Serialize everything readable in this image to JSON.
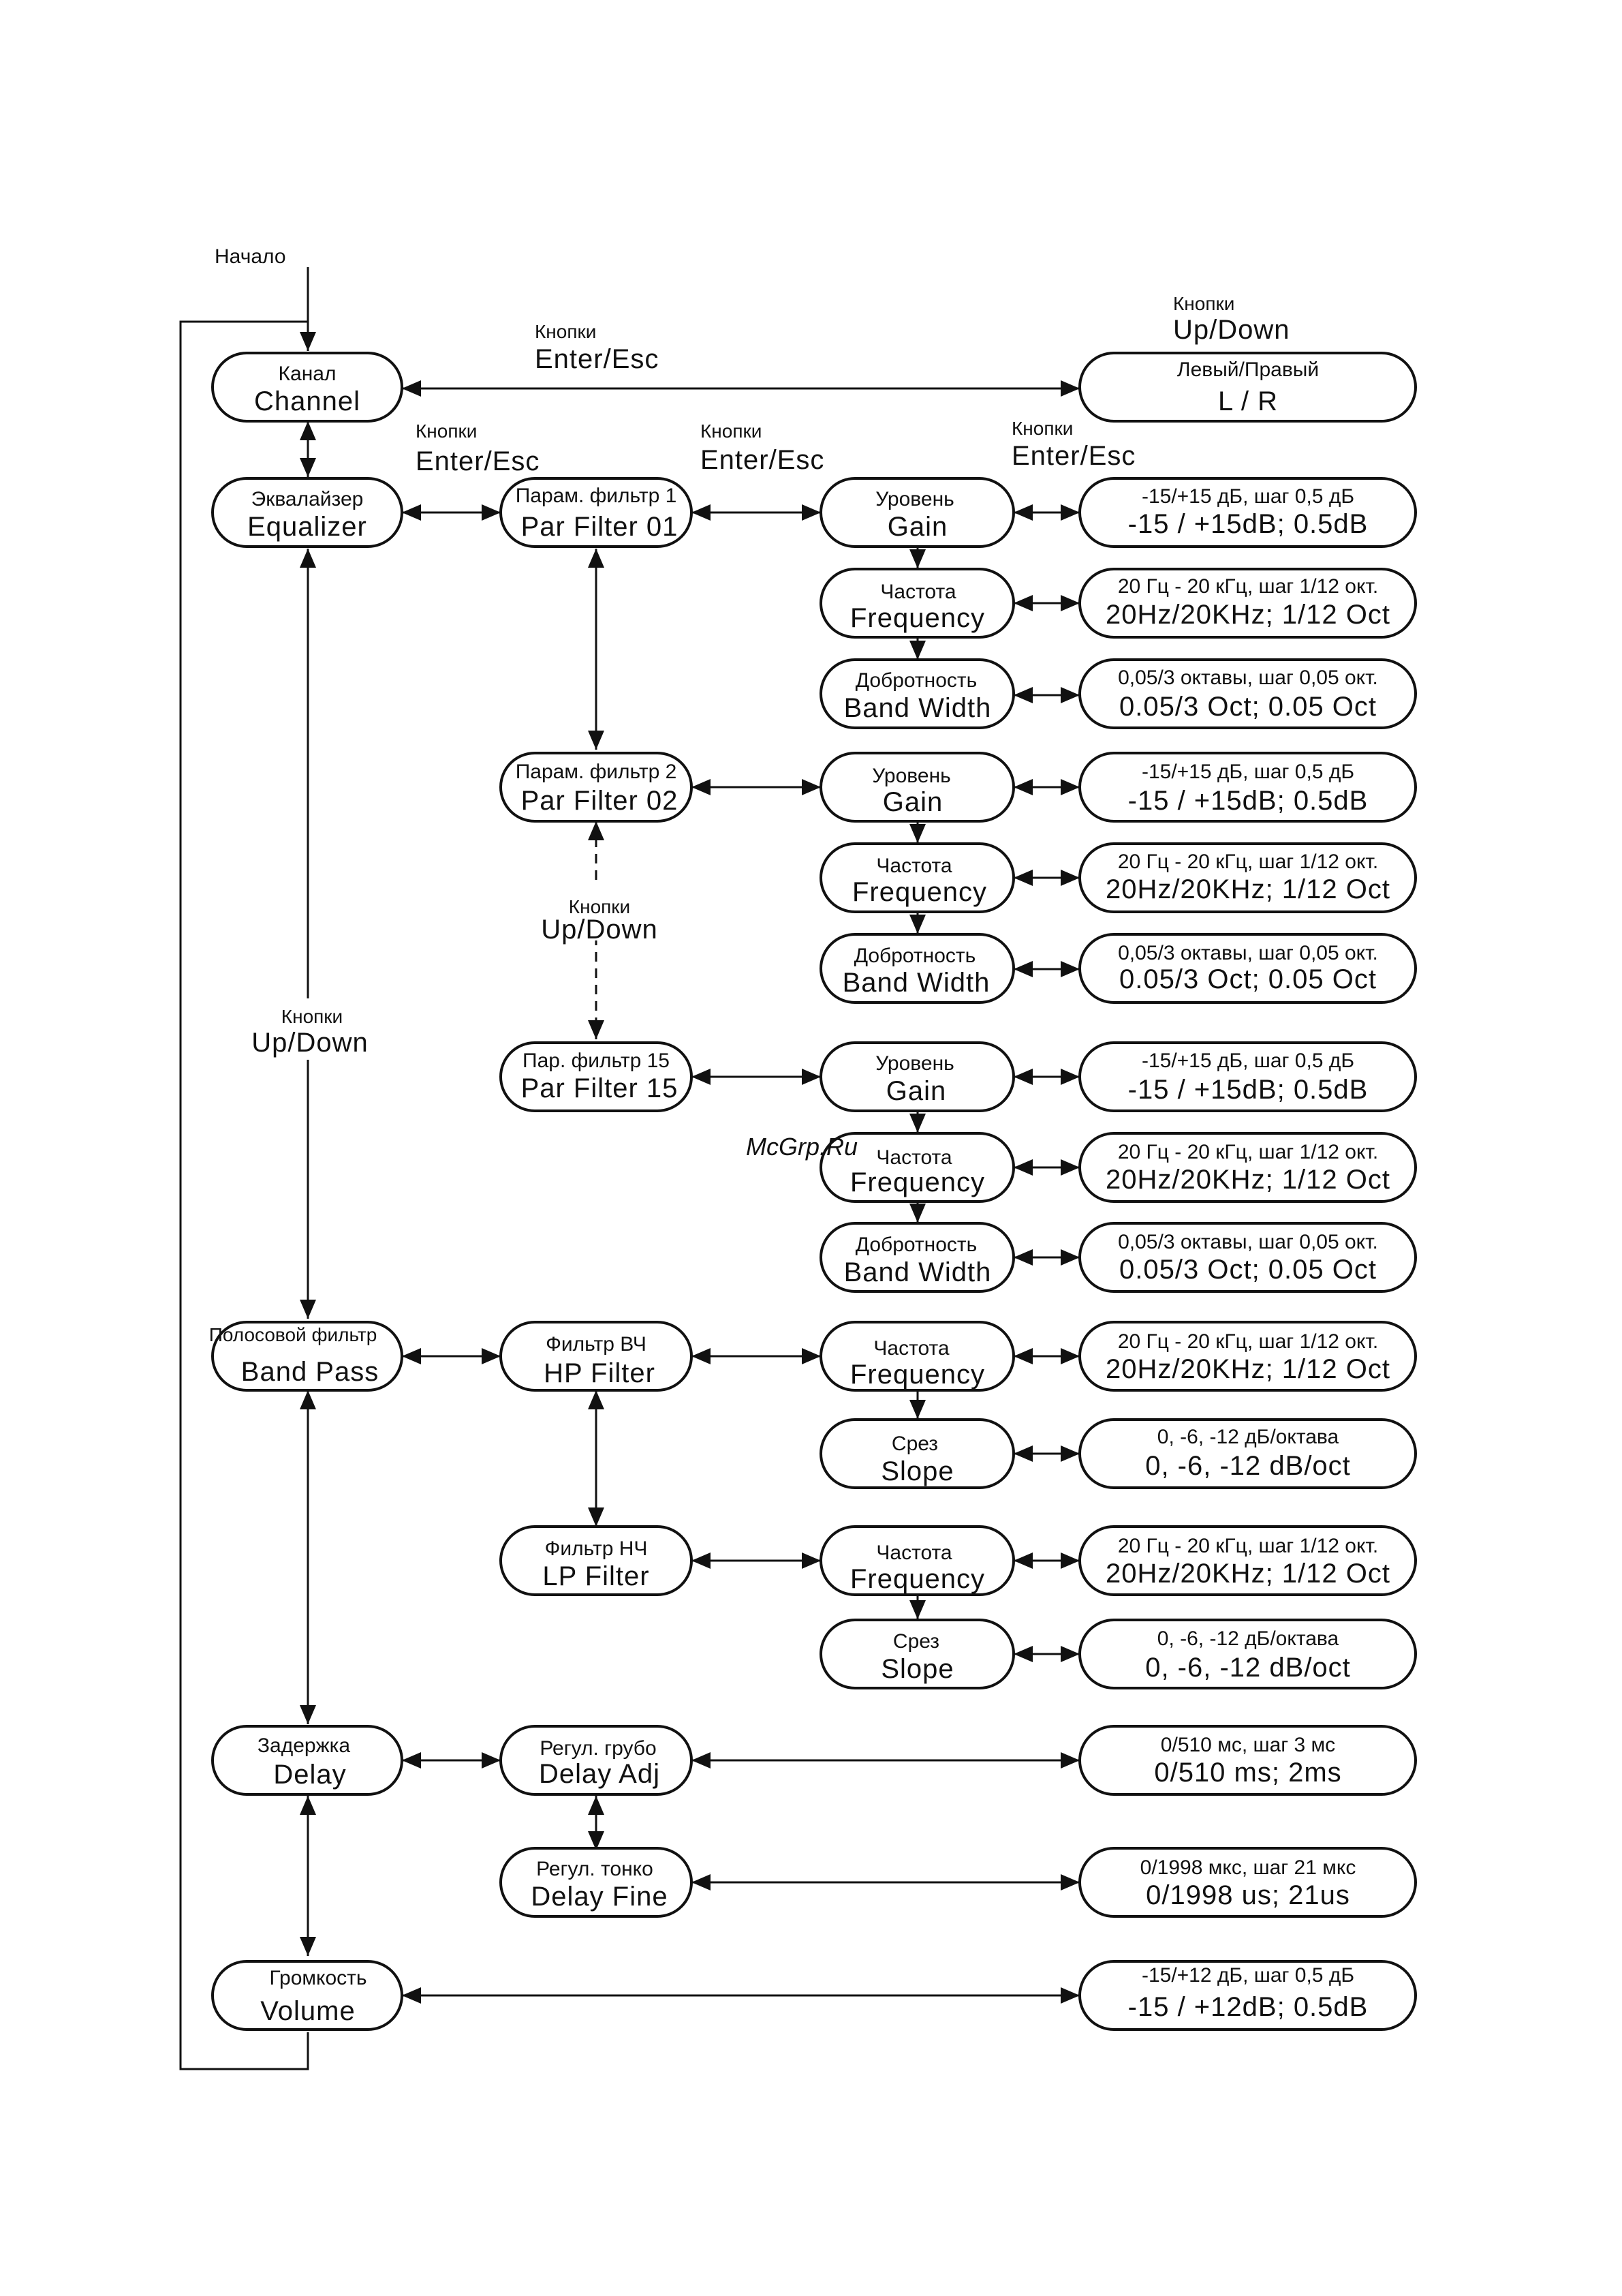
{
  "start_label": "Начало",
  "watermark": "McGrp.Ru",
  "button_labels": {
    "top_enter": {
      "ru": "Кнопки",
      "en": "Enter/Esc"
    },
    "top_updown": {
      "ru": "Кнопки",
      "en": "Up/Down"
    },
    "col1_enter": {
      "ru": "Кнопки",
      "en": "Enter/Esc"
    },
    "col2_enter": {
      "ru": "Кнопки",
      "en": "Enter/Esc"
    },
    "col3_enter": {
      "ru": "Кнопки",
      "en": "Enter/Esc"
    },
    "filters_updown": {
      "ru": "Кнопки",
      "en": "Up/Down"
    },
    "main_updown": {
      "ru": "Кнопки",
      "en": "Up/Down"
    }
  },
  "main_menu": {
    "channel": {
      "ru": "Канал",
      "en": "Channel"
    },
    "equalizer": {
      "ru": "Эквалайзер",
      "en": "Equalizer"
    },
    "band_pass": {
      "ru": "Полосовой фильтр",
      "en": "Band Pass"
    },
    "delay": {
      "ru": "Задержка",
      "en": "Delay"
    },
    "volume": {
      "ru": "Громкость",
      "en": "Volume"
    }
  },
  "submenu": {
    "par_filter_01": {
      "ru": "Парам. фильтр 1",
      "en": "Par Filter 01"
    },
    "par_filter_02": {
      "ru": "Парам. фильтр 2",
      "en": "Par Filter 02"
    },
    "par_filter_15": {
      "ru": "Пар. фильтр 15",
      "en": "Par Filter 15"
    },
    "hp_filter": {
      "ru": "Фильтр ВЧ",
      "en": "HP Filter"
    },
    "lp_filter": {
      "ru": "Фильтр НЧ",
      "en": "LP Filter"
    },
    "delay_adj": {
      "ru": "Регул. грубо",
      "en": "Delay Adj"
    },
    "delay_fine": {
      "ru": "Регул. тонко",
      "en": "Delay Fine"
    }
  },
  "params": {
    "gain": {
      "ru": "Уровень",
      "en": "Gain"
    },
    "frequency": {
      "ru": "Частота",
      "en": "Frequency"
    },
    "band_width": {
      "ru": "Добротность",
      "en": "Band Width"
    },
    "slope": {
      "ru": "Срез",
      "en": "Slope"
    }
  },
  "values": {
    "lr": {
      "ru": "Левый/Правый",
      "en": "L / R"
    },
    "gain": {
      "ru": "-15/+15 дБ, шаг 0,5 дБ",
      "en": "-15 / +15dB;  0.5dB"
    },
    "frequency": {
      "ru": "20 Гц - 20 кГц, шаг 1/12 окт.",
      "en": "20Hz/20KHz; 1/12 Oct"
    },
    "band_width": {
      "ru": "0,05/3 октавы, шаг 0,05 окт.",
      "en": "0.05/3 Oct;  0.05 Oct"
    },
    "slope": {
      "ru": "0, -6, -12 дБ/октава",
      "en": "0, -6, -12 dB/oct"
    },
    "delay_adj": {
      "ru": "0/510 мс, шаг 3 мс",
      "en": "0/510 ms;  2ms"
    },
    "delay_fine": {
      "ru": "0/1998 мкс, шаг 21 мкс",
      "en": "0/1998 us; 21us"
    },
    "volume": {
      "ru": "-15/+12 дБ, шаг 0,5 дБ",
      "en": "-15 / +12dB;  0.5dB"
    }
  }
}
